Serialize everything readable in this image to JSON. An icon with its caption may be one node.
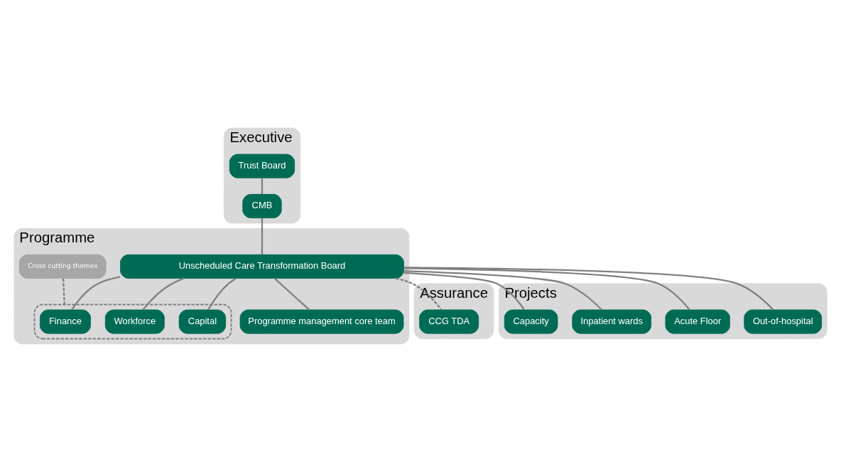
{
  "diagram": {
    "nodes": [
      {
        "text": [
          "Executive"
        ]
      },
      {
        "text": [
          "Trust Board"
        ],
        "in": 0
      },
      {
        "text": [
          "CMB"
        ],
        "in": 0
      },
      {
        "text": [
          "Assurance"
        ]
      },
      {
        "text": [
          "CCG TDA"
        ],
        "in": 3
      },
      {
        "text": [
          "Programme"
        ]
      },
      {
        "text": [
          "Unscheduled Care Transformation Board"
        ],
        "in": 5
      },
      {
        "text": [],
        "shape": "box",
        "in": 5
      },
      {
        "text": [
          "Workforce"
        ],
        "in": 7
      },
      {
        "text": [
          "Finance"
        ],
        "in": 7
      },
      {
        "text": [
          "Capital"
        ],
        "in": 7
      },
      {
        "text": [
          "Programme management core team"
        ],
        "in": 5
      },
      {
        "text": [
          "Cross cutting themes"
        ],
        "in": 5
      },
      {
        "text": [
          "Projects"
        ]
      },
      {
        "text": [
          "Out-of-hospital"
        ],
        "in": 13
      },
      {
        "text": [
          "Acute Floor"
        ],
        "in": 13
      },
      {
        "text": [
          "Inpatient wards"
        ],
        "in": 13
      },
      {
        "text": [
          "Capacity"
        ],
        "in": 13
      }
    ],
    "edges": [
      {
        "from": 1,
        "to": 2,
        "arrow": "none"
      },
      {
        "from": 2,
        "to": 6,
        "arrow": "none"
      },
      {
        "from": 6,
        "to": 4,
        "arrow": "none",
        "style": "dashed"
      },
      {
        "from": 6,
        "to": 8,
        "arrow": "none"
      },
      {
        "from": 6,
        "to": 9,
        "arrow": "none"
      },
      {
        "from": 6,
        "to": 10,
        "arrow": "none"
      },
      {
        "from": 6,
        "to": 11,
        "arrow": "none"
      },
      {
        "from": 12,
        "to": 7,
        "arrow": "none",
        "style": "dashed"
      },
      {
        "from": 6,
        "to": 14,
        "arrow": "none"
      },
      {
        "from": 6,
        "to": 15,
        "arrow": "none"
      },
      {
        "from": 6,
        "to": 16,
        "arrow": "none"
      },
      {
        "from": 6,
        "to": 17,
        "arrow": "none"
      }
    ]
  }
}
